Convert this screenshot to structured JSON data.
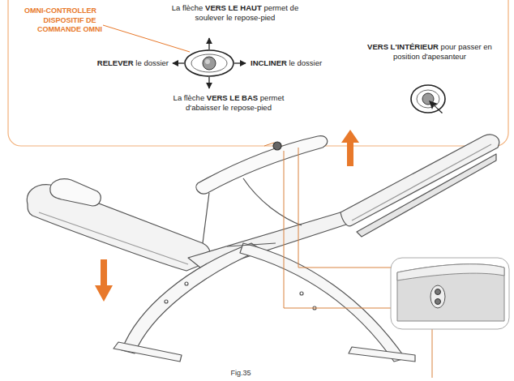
{
  "diagram": {
    "caption": "Fig.35",
    "labels": [
      "OMNI-CONTROLLER",
      "DISPOSITIF DE COMMANDE OMNI",
      "La flèche VERS LE HAUT permet de soulever le repose-pied",
      "RELEVER le dossier",
      "INCLINER le dossier",
      "La flèche VERS LE BAS permet d'abaisser le repose-pied",
      "VERS L'INTÉRIEUR pour passer en position d'apesanteur"
    ]
  }
}
